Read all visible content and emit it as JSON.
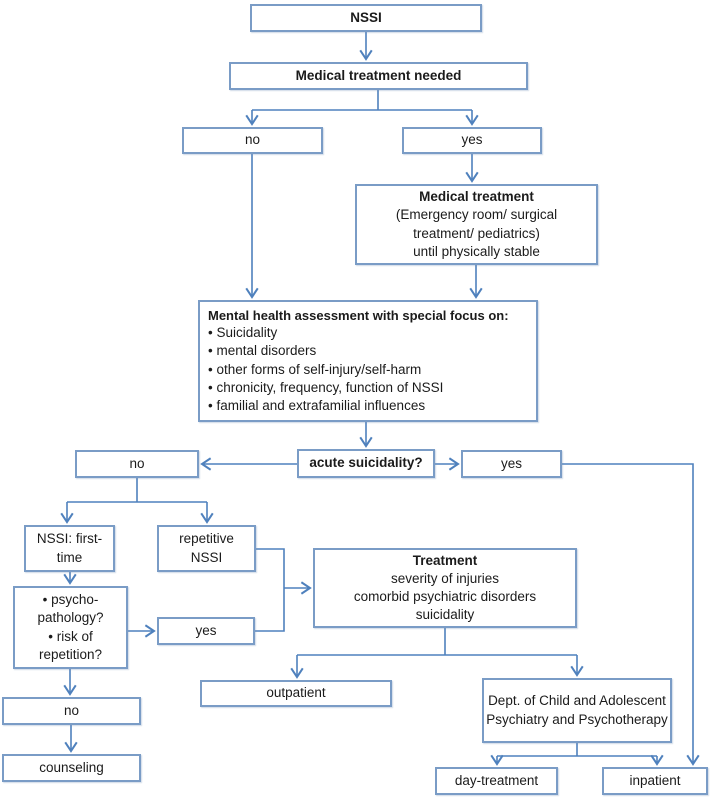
{
  "diagram": {
    "type": "flowchart",
    "topic": "NSSI treatment decision algorithm"
  },
  "colors": {
    "box_border": "#7a9cc6",
    "connector_line": "#4f81bd",
    "text": "#1b1b1b",
    "background": "#ffffff"
  },
  "nodes": {
    "nssi": {
      "label": "NSSI"
    },
    "medical_needed": {
      "label": "Medical treatment needed"
    },
    "branch_no": {
      "label": "no"
    },
    "branch_yes": {
      "label": "yes"
    },
    "medical_treatment": {
      "title": "Medical treatment",
      "lines": [
        "(Emergency room/ surgical treatment/ pediatrics)",
        "until physically stable"
      ]
    },
    "assessment": {
      "title": "Mental health assessment with special focus on:",
      "bullets": [
        "• Suicidality",
        "• mental disorders",
        "• other forms of self-injury/self-harm",
        "• chronicity, frequency, function of NSSI",
        "• familial and extrafamilial influences"
      ]
    },
    "acute": {
      "label": "acute suicidality?"
    },
    "acute_no": {
      "label": "no"
    },
    "acute_yes": {
      "label": "yes"
    },
    "first_time": {
      "label": "NSSI: first-time"
    },
    "repetitive": {
      "label": "repetitive NSSI"
    },
    "psycho": {
      "bullets": [
        "• psycho-pathology?",
        "• risk of repetition?"
      ]
    },
    "risk_yes": {
      "label": "yes"
    },
    "treatment": {
      "title": "Treatment",
      "lines": [
        "severity of injuries",
        "comorbid psychiatric disorders",
        "suicidality"
      ]
    },
    "risk_no": {
      "label": "no"
    },
    "counseling": {
      "label": "counseling"
    },
    "outpatient": {
      "label": "outpatient"
    },
    "dept": {
      "label": "Dept. of Child and Adolescent Psychiatry and Psychotherapy"
    },
    "day_treatment": {
      "label": "day-treatment"
    },
    "inpatient": {
      "label": "inpatient"
    }
  }
}
